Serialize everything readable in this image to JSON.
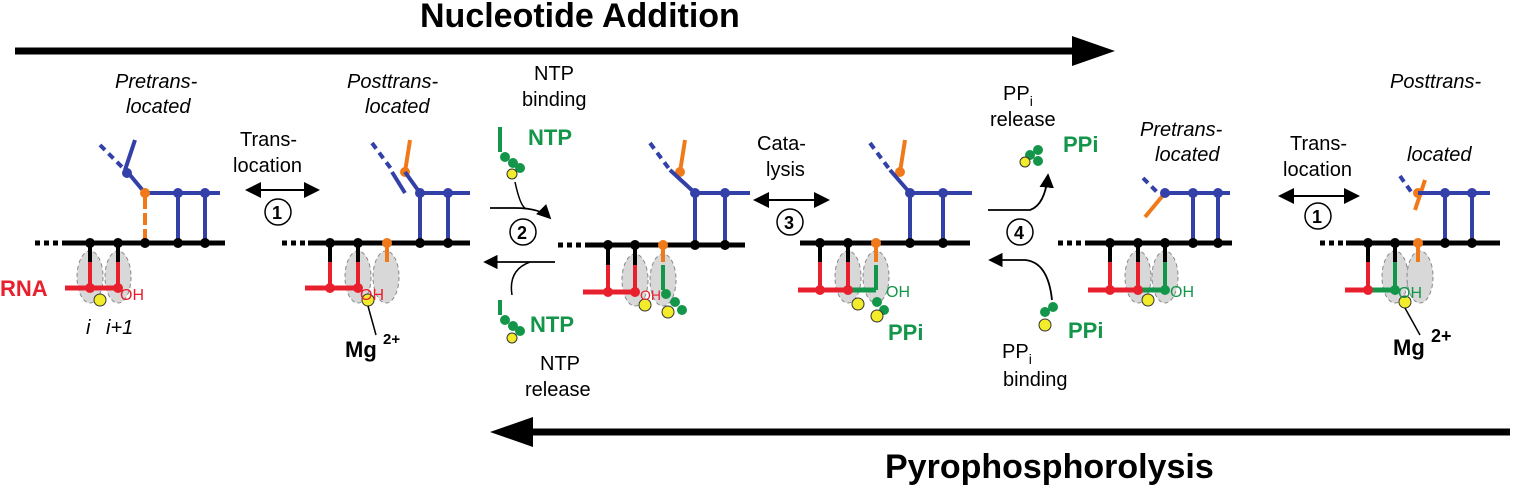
{
  "title_top": "Nucleotide  Addition",
  "title_bottom": "Pyrophosphorolysis",
  "colors": {
    "dna": "#000000",
    "template": "#3340a8",
    "rna": "#e8202e",
    "ntp": "#13964a",
    "active": "#f07a1a",
    "mg": "#f2ec2a",
    "site": "#d8d8d8"
  },
  "states": {
    "s1": {
      "label_line1": "Pretrans-",
      "label_line2": "located"
    },
    "s2": {
      "label_line1": "Posttrans-",
      "label_line2": "located"
    },
    "s5": {
      "label_line1": "Pretrans-",
      "label_line2": "located"
    },
    "s6": {
      "label_line1": "Posttrans-",
      "label_line2": "located"
    }
  },
  "labels": {
    "rna": "RNA",
    "oh": "OH",
    "site_i": "i",
    "site_i1": "i+1",
    "mg": "Mg",
    "mg_sup": "2+",
    "ntp": "NTP",
    "ppi": "PPi"
  },
  "steps": {
    "translocation_a": {
      "number": "1",
      "line1": "Trans-",
      "line2": "location"
    },
    "translocation_b": {
      "number": "1",
      "line1": "Trans-",
      "line2": "location"
    },
    "ntp_binding": {
      "number": "2",
      "line1": "NTP",
      "line2": "binding"
    },
    "ntp_release": {
      "line1": "NTP",
      "line2": "release"
    },
    "catalysis": {
      "number": "3",
      "line1": "Cata-",
      "line2": "lysis"
    },
    "ppi_release": {
      "number": "4",
      "line1_main": "PP",
      "line1_sub": "i",
      "line2": "release"
    },
    "ppi_binding": {
      "line1_main": "PP",
      "line1_sub": "i",
      "line2": "binding"
    }
  }
}
